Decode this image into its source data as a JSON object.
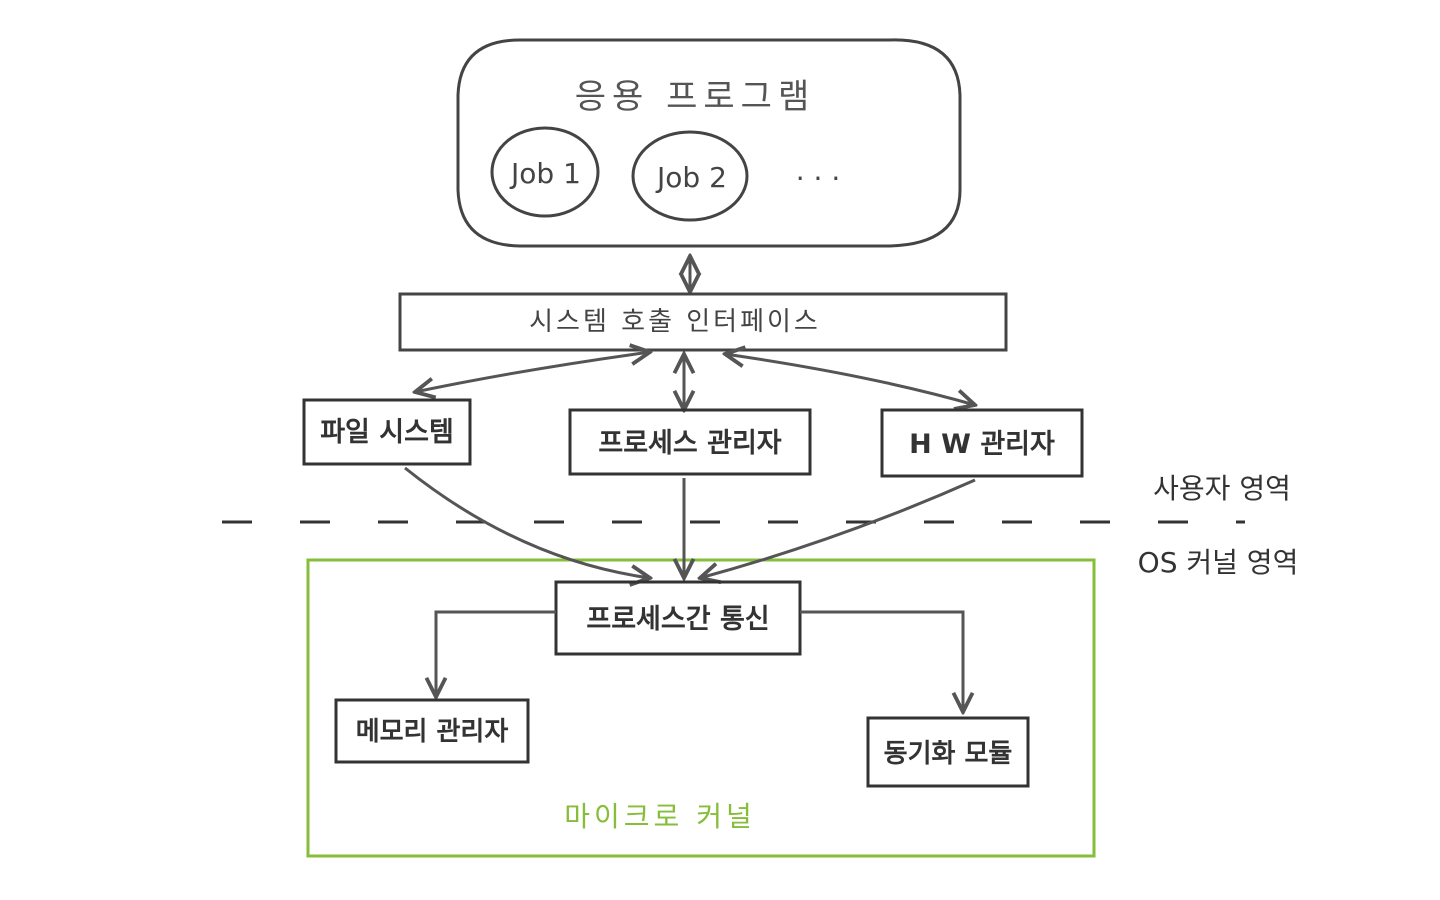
{
  "colors": {
    "ink": "#3f3f3f",
    "ink_soft": "#555555",
    "kernel": "#86bd3b",
    "background": "#ffffff"
  },
  "application": {
    "title": "응용 프로그램",
    "jobs": [
      "Job 1",
      "Job 2"
    ],
    "ellipsis": ". . ."
  },
  "syscall": {
    "label": "시스템 호출 인터페이스"
  },
  "user_modules": {
    "file_system": "파일 시스템",
    "process_manager": "프로세스 관리자",
    "hw_manager": "H W 관리자"
  },
  "regions": {
    "user": "사용자 영역",
    "kernel": "OS 커널 영역"
  },
  "kernel": {
    "ipc": "프로세스간 통신",
    "memory_manager": "메모리 관리자",
    "sync_module": "동기화 모듈",
    "label": "마이크로 커널"
  }
}
